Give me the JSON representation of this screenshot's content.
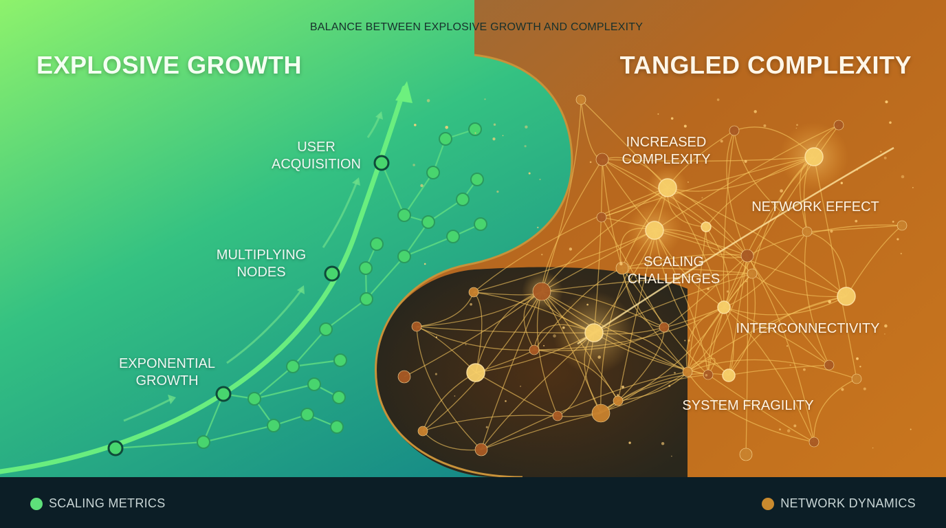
{
  "subtitle": "BALANCE BETWEEN EXPLOSIVE GROWTH AND COMPLEXITY",
  "left_title": "EXPLOSIVE GROWTH",
  "right_title": "TANGLED COMPLEXITY",
  "labels": {
    "exponential_growth": "EXPONENTIAL\nGROWTH",
    "multiplying_nodes": "MULTIPLYING\nNODES",
    "user_acquisition": "USER\nACQUISITION",
    "increased_complexity": "INCREASED\nCOMPLEXITY",
    "network_effect": "NETWORK EFFECT",
    "scaling_challenges": "SCALING\nCHALLENGES",
    "interconnectivity": "INTERCONNECTIVITY",
    "system_fragility": "SYSTEM FRAGILITY"
  },
  "legend": {
    "left": {
      "label": "SCALING METRICS",
      "color": "#5ee07a"
    },
    "right": {
      "label": "NETWORK DYNAMICS",
      "color": "#c98a2e"
    }
  },
  "colors": {
    "growth_green": "#6df07e",
    "node_green": "#48d56e",
    "teal": "#1d8f8a",
    "orange": "#d88a2a",
    "gold": "#f7c35a",
    "border_gold": "#c8923a",
    "footer": "#0c1e26"
  }
}
